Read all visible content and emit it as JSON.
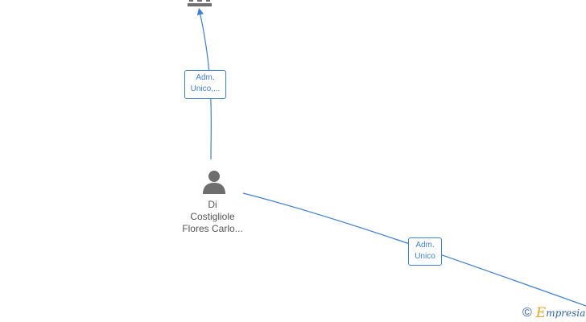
{
  "person": {
    "name_lines": [
      "Di",
      "Costigliole",
      "Flores Carlo..."
    ]
  },
  "edges": [
    {
      "label_lines": [
        "Adm.",
        "Unico,..."
      ]
    },
    {
      "label_lines": [
        "Adm.",
        "Unico"
      ]
    }
  ],
  "brand": {
    "copyright_symbol": "©",
    "initial": "E",
    "rest": "mpresia"
  },
  "colors": {
    "edge": "#3f7fd0",
    "node_icon": "#6e6e6e",
    "brand_accent": "#e8a52c"
  },
  "icons": {
    "person": "person-icon",
    "company": "company-building-icon"
  }
}
